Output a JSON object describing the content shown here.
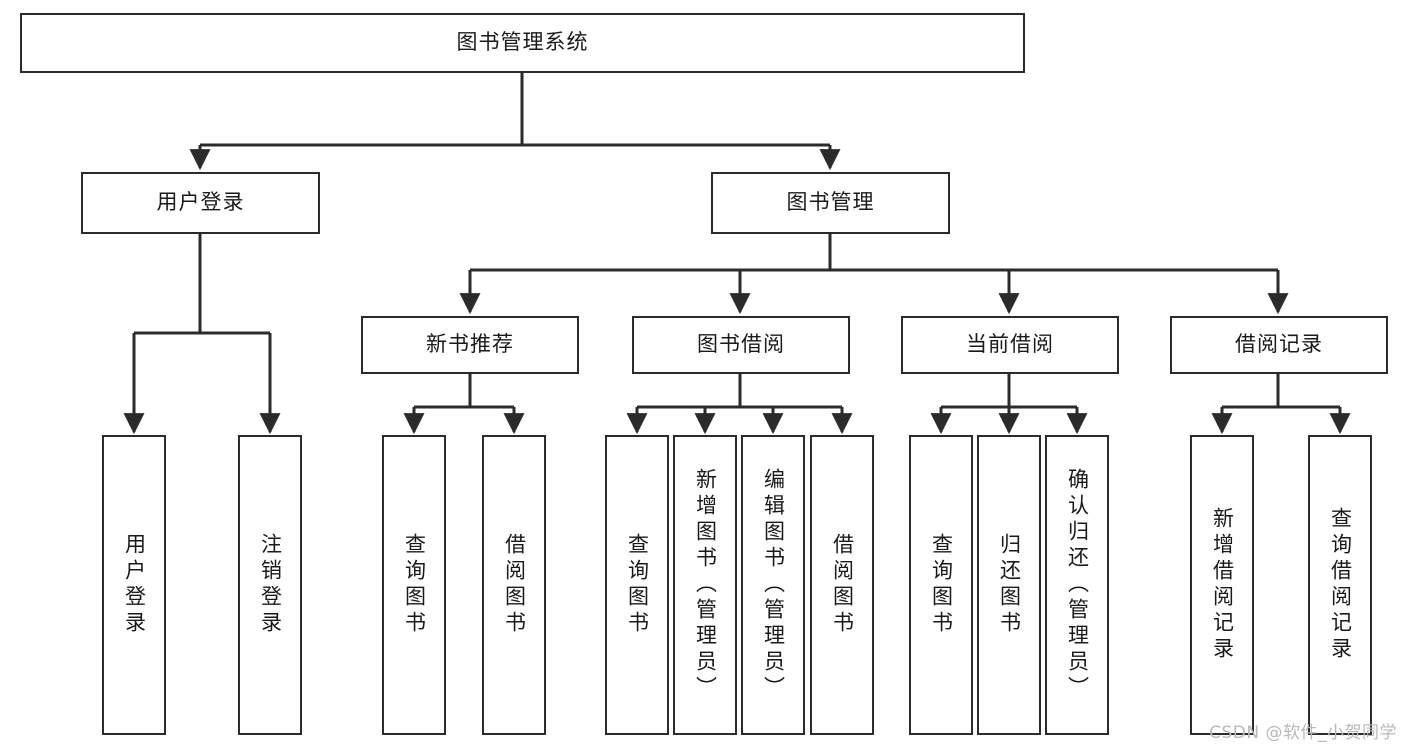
{
  "diagram": {
    "type": "tree-hierarchy-diagram",
    "title": "图书管理系统",
    "root": {
      "id": "root",
      "label": "图书管理系统",
      "orientation": "horizontal"
    },
    "level2": [
      {
        "id": "user-login",
        "label": "用户登录",
        "orientation": "horizontal"
      },
      {
        "id": "book-management",
        "label": "图书管理",
        "orientation": "horizontal"
      }
    ],
    "level3": [
      {
        "id": "new-book-recommend",
        "label": "新书推荐",
        "orientation": "horizontal",
        "parent": "book-management"
      },
      {
        "id": "book-borrow",
        "label": "图书借阅",
        "orientation": "horizontal",
        "parent": "book-management"
      },
      {
        "id": "current-borrow",
        "label": "当前借阅",
        "orientation": "horizontal",
        "parent": "book-management"
      },
      {
        "id": "borrow-record",
        "label": "借阅记录",
        "orientation": "horizontal",
        "parent": "book-management"
      }
    ],
    "leaves": [
      {
        "id": "leaf-user-login",
        "label": "用户登录",
        "orientation": "vertical",
        "parent": "user-login"
      },
      {
        "id": "leaf-logout-login",
        "label": "注销登录",
        "orientation": "vertical",
        "parent": "user-login"
      },
      {
        "id": "leaf-query-book-1",
        "label": "查询图书",
        "orientation": "vertical",
        "parent": "new-book-recommend"
      },
      {
        "id": "leaf-borrow-book-1",
        "label": "借阅图书",
        "orientation": "vertical",
        "parent": "new-book-recommend"
      },
      {
        "id": "leaf-query-book-2",
        "label": "查询图书",
        "orientation": "vertical",
        "parent": "book-borrow"
      },
      {
        "id": "leaf-add-book-admin",
        "label": "新增图书（管理员）",
        "orientation": "vertical",
        "parent": "book-borrow"
      },
      {
        "id": "leaf-edit-book-admin",
        "label": "编辑图书（管理员）",
        "orientation": "vertical",
        "parent": "book-borrow"
      },
      {
        "id": "leaf-borrow-book-2",
        "label": "借阅图书",
        "orientation": "vertical",
        "parent": "book-borrow"
      },
      {
        "id": "leaf-query-book-3",
        "label": "查询图书",
        "orientation": "vertical",
        "parent": "current-borrow"
      },
      {
        "id": "leaf-return-book",
        "label": "归还图书",
        "orientation": "vertical",
        "parent": "current-borrow"
      },
      {
        "id": "leaf-confirm-return-admin",
        "label": "确认归还（管理员）",
        "orientation": "vertical",
        "parent": "current-borrow"
      },
      {
        "id": "leaf-add-borrow-record",
        "label": "新增借阅记录",
        "orientation": "vertical",
        "parent": "borrow-record"
      },
      {
        "id": "leaf-query-borrow-record",
        "label": "查询借阅记录",
        "orientation": "vertical",
        "parent": "borrow-record"
      }
    ],
    "colors": {
      "stroke": "#2b2b2b",
      "fill": "#ffffff",
      "text": "#1a1a1a",
      "watermark": "#b9b9b9"
    }
  },
  "watermark": {
    "text": "CSDN @软件_小贺同学"
  }
}
